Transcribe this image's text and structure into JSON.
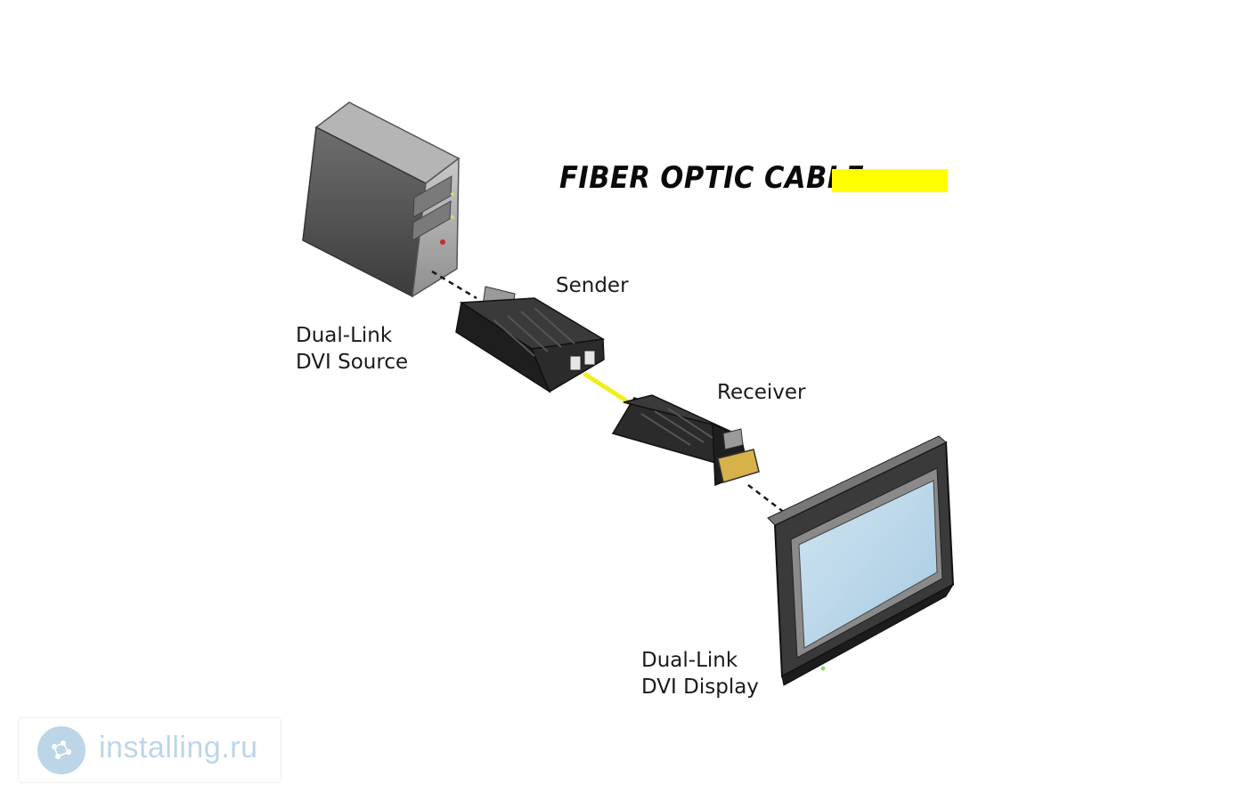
{
  "legend": {
    "title": "FIBER OPTIC CABLE",
    "swatch_color": "#ffff00"
  },
  "labels": {
    "sender": "Sender",
    "receiver": "Receiver",
    "source_line1": "Dual-Link",
    "source_line2": "DVI Source",
    "display_line1": "Dual-Link",
    "display_line2": "DVI Display"
  },
  "watermark": {
    "text": "installing.ru",
    "logo_icon": "installing-logo-icon"
  },
  "colors": {
    "fiber": "#f2ee1a",
    "device_body": "#2a2a2a",
    "screen": "#b3d4e8"
  }
}
